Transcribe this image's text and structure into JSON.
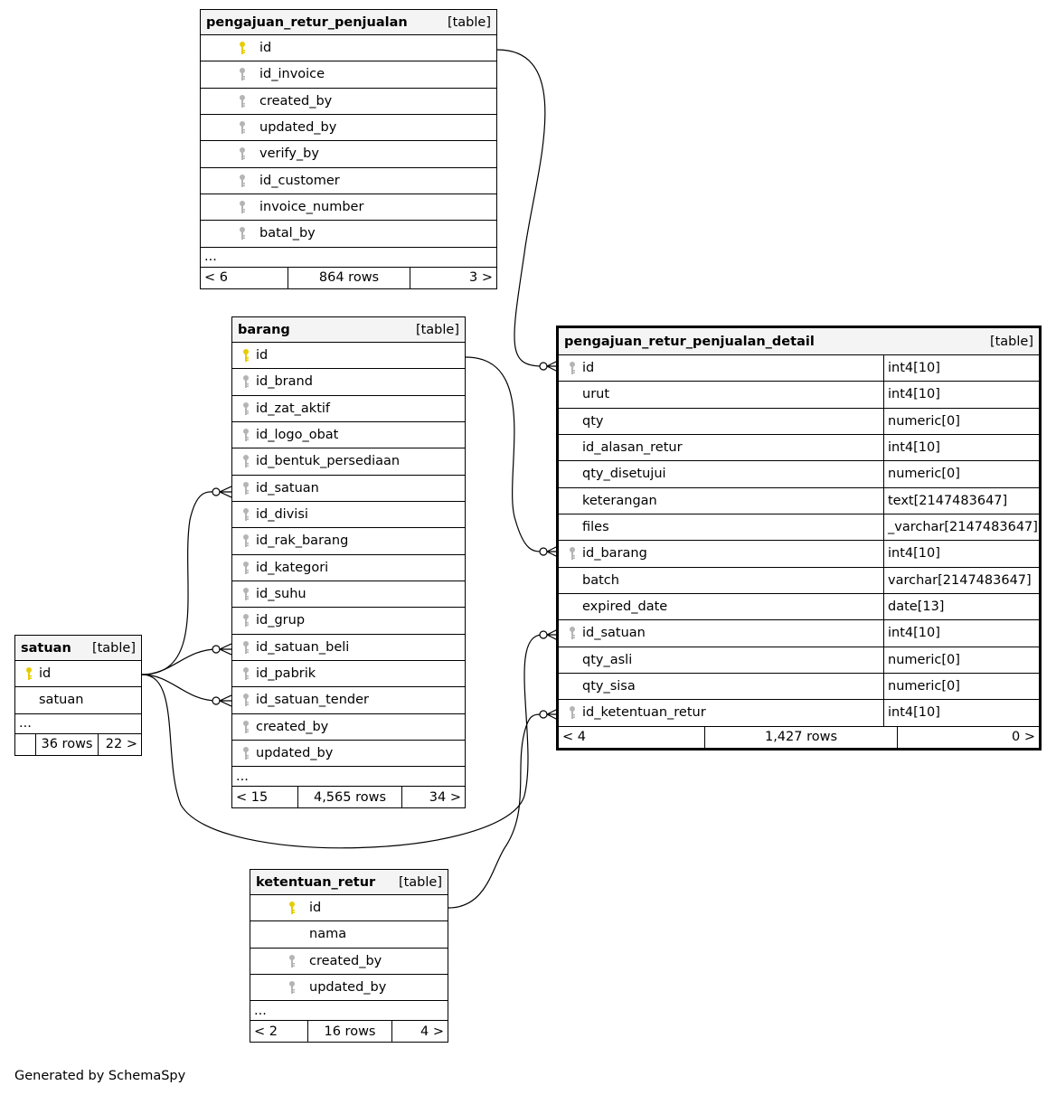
{
  "footer_text": "Generated by SchemaSpy",
  "colors": {
    "primary_key": "#e6cc00",
    "foreign_key": "#b4b4b4",
    "header_bg": "#f4f4f4"
  },
  "tables": {
    "pengajuan_retur_penjualan": {
      "name": "pengajuan_retur_penjualan",
      "tag": "[table]",
      "columns": [
        {
          "name": "id",
          "key": "pk"
        },
        {
          "name": "id_invoice",
          "key": "fk"
        },
        {
          "name": "created_by",
          "key": "fk"
        },
        {
          "name": "updated_by",
          "key": "fk"
        },
        {
          "name": "verify_by",
          "key": "fk"
        },
        {
          "name": "id_customer",
          "key": "fk"
        },
        {
          "name": "invoice_number",
          "key": "fk"
        },
        {
          "name": "batal_by",
          "key": "fk"
        }
      ],
      "ellipsis": "...",
      "footer": {
        "left": "< 6",
        "middle": "864 rows",
        "right": "3 >"
      }
    },
    "barang": {
      "name": "barang",
      "tag": "[table]",
      "columns": [
        {
          "name": "id",
          "key": "pk"
        },
        {
          "name": "id_brand",
          "key": "fk"
        },
        {
          "name": "id_zat_aktif",
          "key": "fk"
        },
        {
          "name": "id_logo_obat",
          "key": "fk"
        },
        {
          "name": "id_bentuk_persediaan",
          "key": "fk"
        },
        {
          "name": "id_satuan",
          "key": "fk"
        },
        {
          "name": "id_divisi",
          "key": "fk"
        },
        {
          "name": "id_rak_barang",
          "key": "fk"
        },
        {
          "name": "id_kategori",
          "key": "fk"
        },
        {
          "name": "id_suhu",
          "key": "fk"
        },
        {
          "name": "id_grup",
          "key": "fk"
        },
        {
          "name": "id_satuan_beli",
          "key": "fk"
        },
        {
          "name": "id_pabrik",
          "key": "fk"
        },
        {
          "name": "id_satuan_tender",
          "key": "fk"
        },
        {
          "name": "created_by",
          "key": "fk"
        },
        {
          "name": "updated_by",
          "key": "fk"
        }
      ],
      "ellipsis": "...",
      "footer": {
        "left": "< 15",
        "middle": "4,565 rows",
        "right": "34 >"
      }
    },
    "satuan": {
      "name": "satuan",
      "tag": "[table]",
      "columns": [
        {
          "name": "id",
          "key": "pk"
        },
        {
          "name": "satuan",
          "key": ""
        }
      ],
      "ellipsis": "...",
      "footer": {
        "left": "",
        "middle": "36 rows",
        "right": "22 >"
      }
    },
    "ketentuan_retur": {
      "name": "ketentuan_retur",
      "tag": "[table]",
      "columns": [
        {
          "name": "id",
          "key": "pk"
        },
        {
          "name": "nama",
          "key": ""
        },
        {
          "name": "created_by",
          "key": "fk"
        },
        {
          "name": "updated_by",
          "key": "fk"
        }
      ],
      "ellipsis": "...",
      "footer": {
        "left": "< 2",
        "middle": "16 rows",
        "right": "4 >"
      }
    },
    "pengajuan_retur_penjualan_detail": {
      "name": "pengajuan_retur_penjualan_detail",
      "tag": "[table]",
      "columns": [
        {
          "name": "id",
          "key": "fk",
          "type": "int4[10]"
        },
        {
          "name": "urut",
          "key": "",
          "type": "int4[10]"
        },
        {
          "name": "qty",
          "key": "",
          "type": "numeric[0]"
        },
        {
          "name": "id_alasan_retur",
          "key": "",
          "type": "int4[10]"
        },
        {
          "name": "qty_disetujui",
          "key": "",
          "type": "numeric[0]"
        },
        {
          "name": "keterangan",
          "key": "",
          "type": "text[2147483647]"
        },
        {
          "name": "files",
          "key": "",
          "type": "_varchar[2147483647]"
        },
        {
          "name": "id_barang",
          "key": "fk",
          "type": "int4[10]"
        },
        {
          "name": "batch",
          "key": "",
          "type": "varchar[2147483647]"
        },
        {
          "name": "expired_date",
          "key": "",
          "type": "date[13]"
        },
        {
          "name": "id_satuan",
          "key": "fk",
          "type": "int4[10]"
        },
        {
          "name": "qty_asli",
          "key": "",
          "type": "numeric[0]"
        },
        {
          "name": "qty_sisa",
          "key": "",
          "type": "numeric[0]"
        },
        {
          "name": "id_ketentuan_retur",
          "key": "fk",
          "type": "int4[10]"
        }
      ],
      "footer": {
        "left": "< 4",
        "middle": "1,427 rows",
        "right": "0 >"
      }
    }
  }
}
